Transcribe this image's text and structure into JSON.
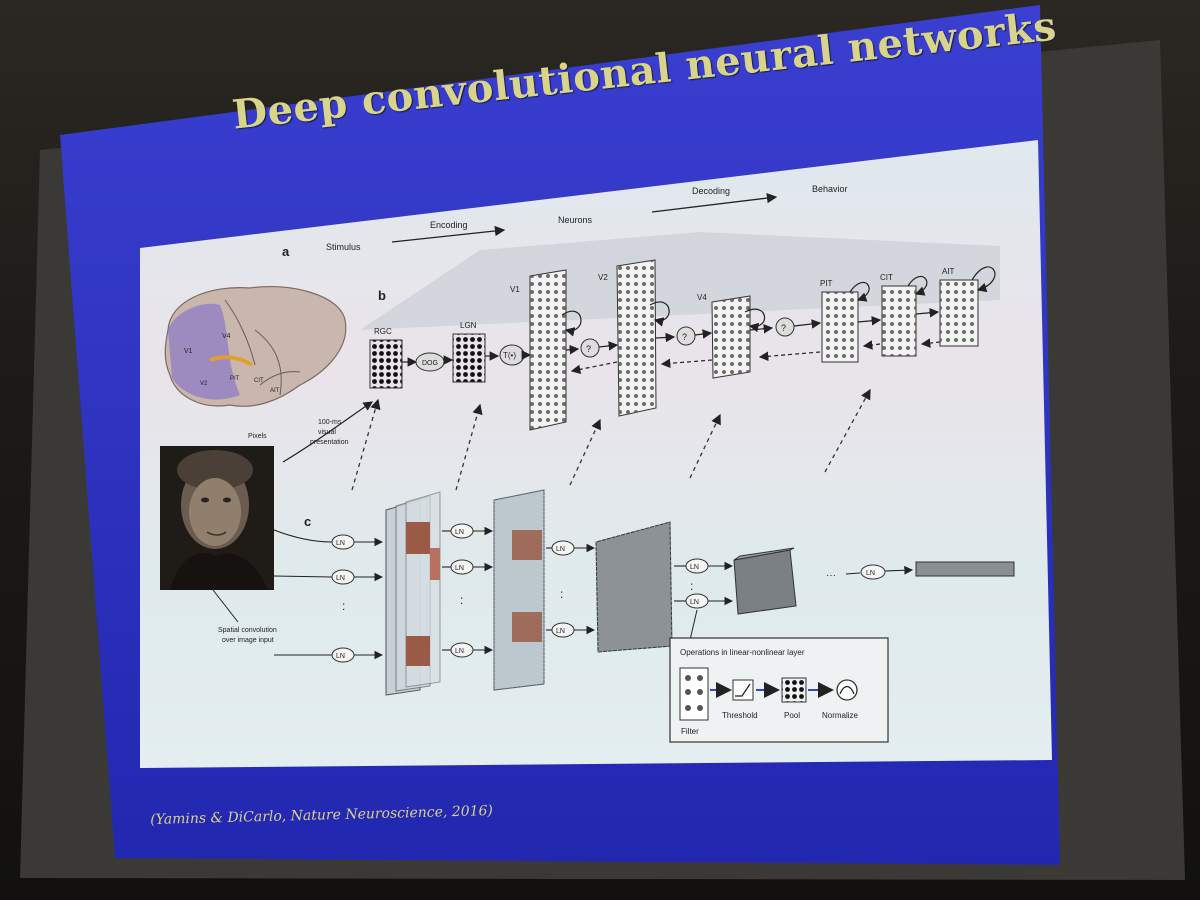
{
  "slide": {
    "title": "Deep convolutional neural networks",
    "citation": "(Yamins & DiCarlo, Nature Neuroscience, 2016)"
  },
  "panel_a": {
    "label": "a",
    "stages": [
      "Stimulus",
      "Encoding",
      "Neurons",
      "Decoding",
      "Behavior"
    ]
  },
  "panel_b": {
    "label": "b",
    "brain_areas": [
      "V1",
      "V4",
      "PIT",
      "CIT",
      "AIT",
      "V2"
    ],
    "areas": [
      "RGC",
      "LGN",
      "V1",
      "V2",
      "V4",
      "PIT",
      "CIT",
      "AIT"
    ],
    "ops": [
      "DOG",
      "T(•)",
      "?",
      "?",
      "?"
    ],
    "pixels": "Pixels",
    "presentation": [
      "100-ms",
      "visual",
      "presentation"
    ]
  },
  "panel_c": {
    "label": "c",
    "ln": "LN",
    "dots": ":",
    "ellipsis": "···",
    "conv_caption": [
      "Spatial convolution",
      "over image input"
    ],
    "box_title": "Operations in linear-nonlinear layer",
    "box_ops": [
      "Filter",
      "Threshold",
      "Pool",
      "Normalize"
    ]
  },
  "colors": {
    "slide_blue": "#2a2fc0",
    "title_yellow": "#d8d48a",
    "figure_bg": "#e6ecee"
  }
}
